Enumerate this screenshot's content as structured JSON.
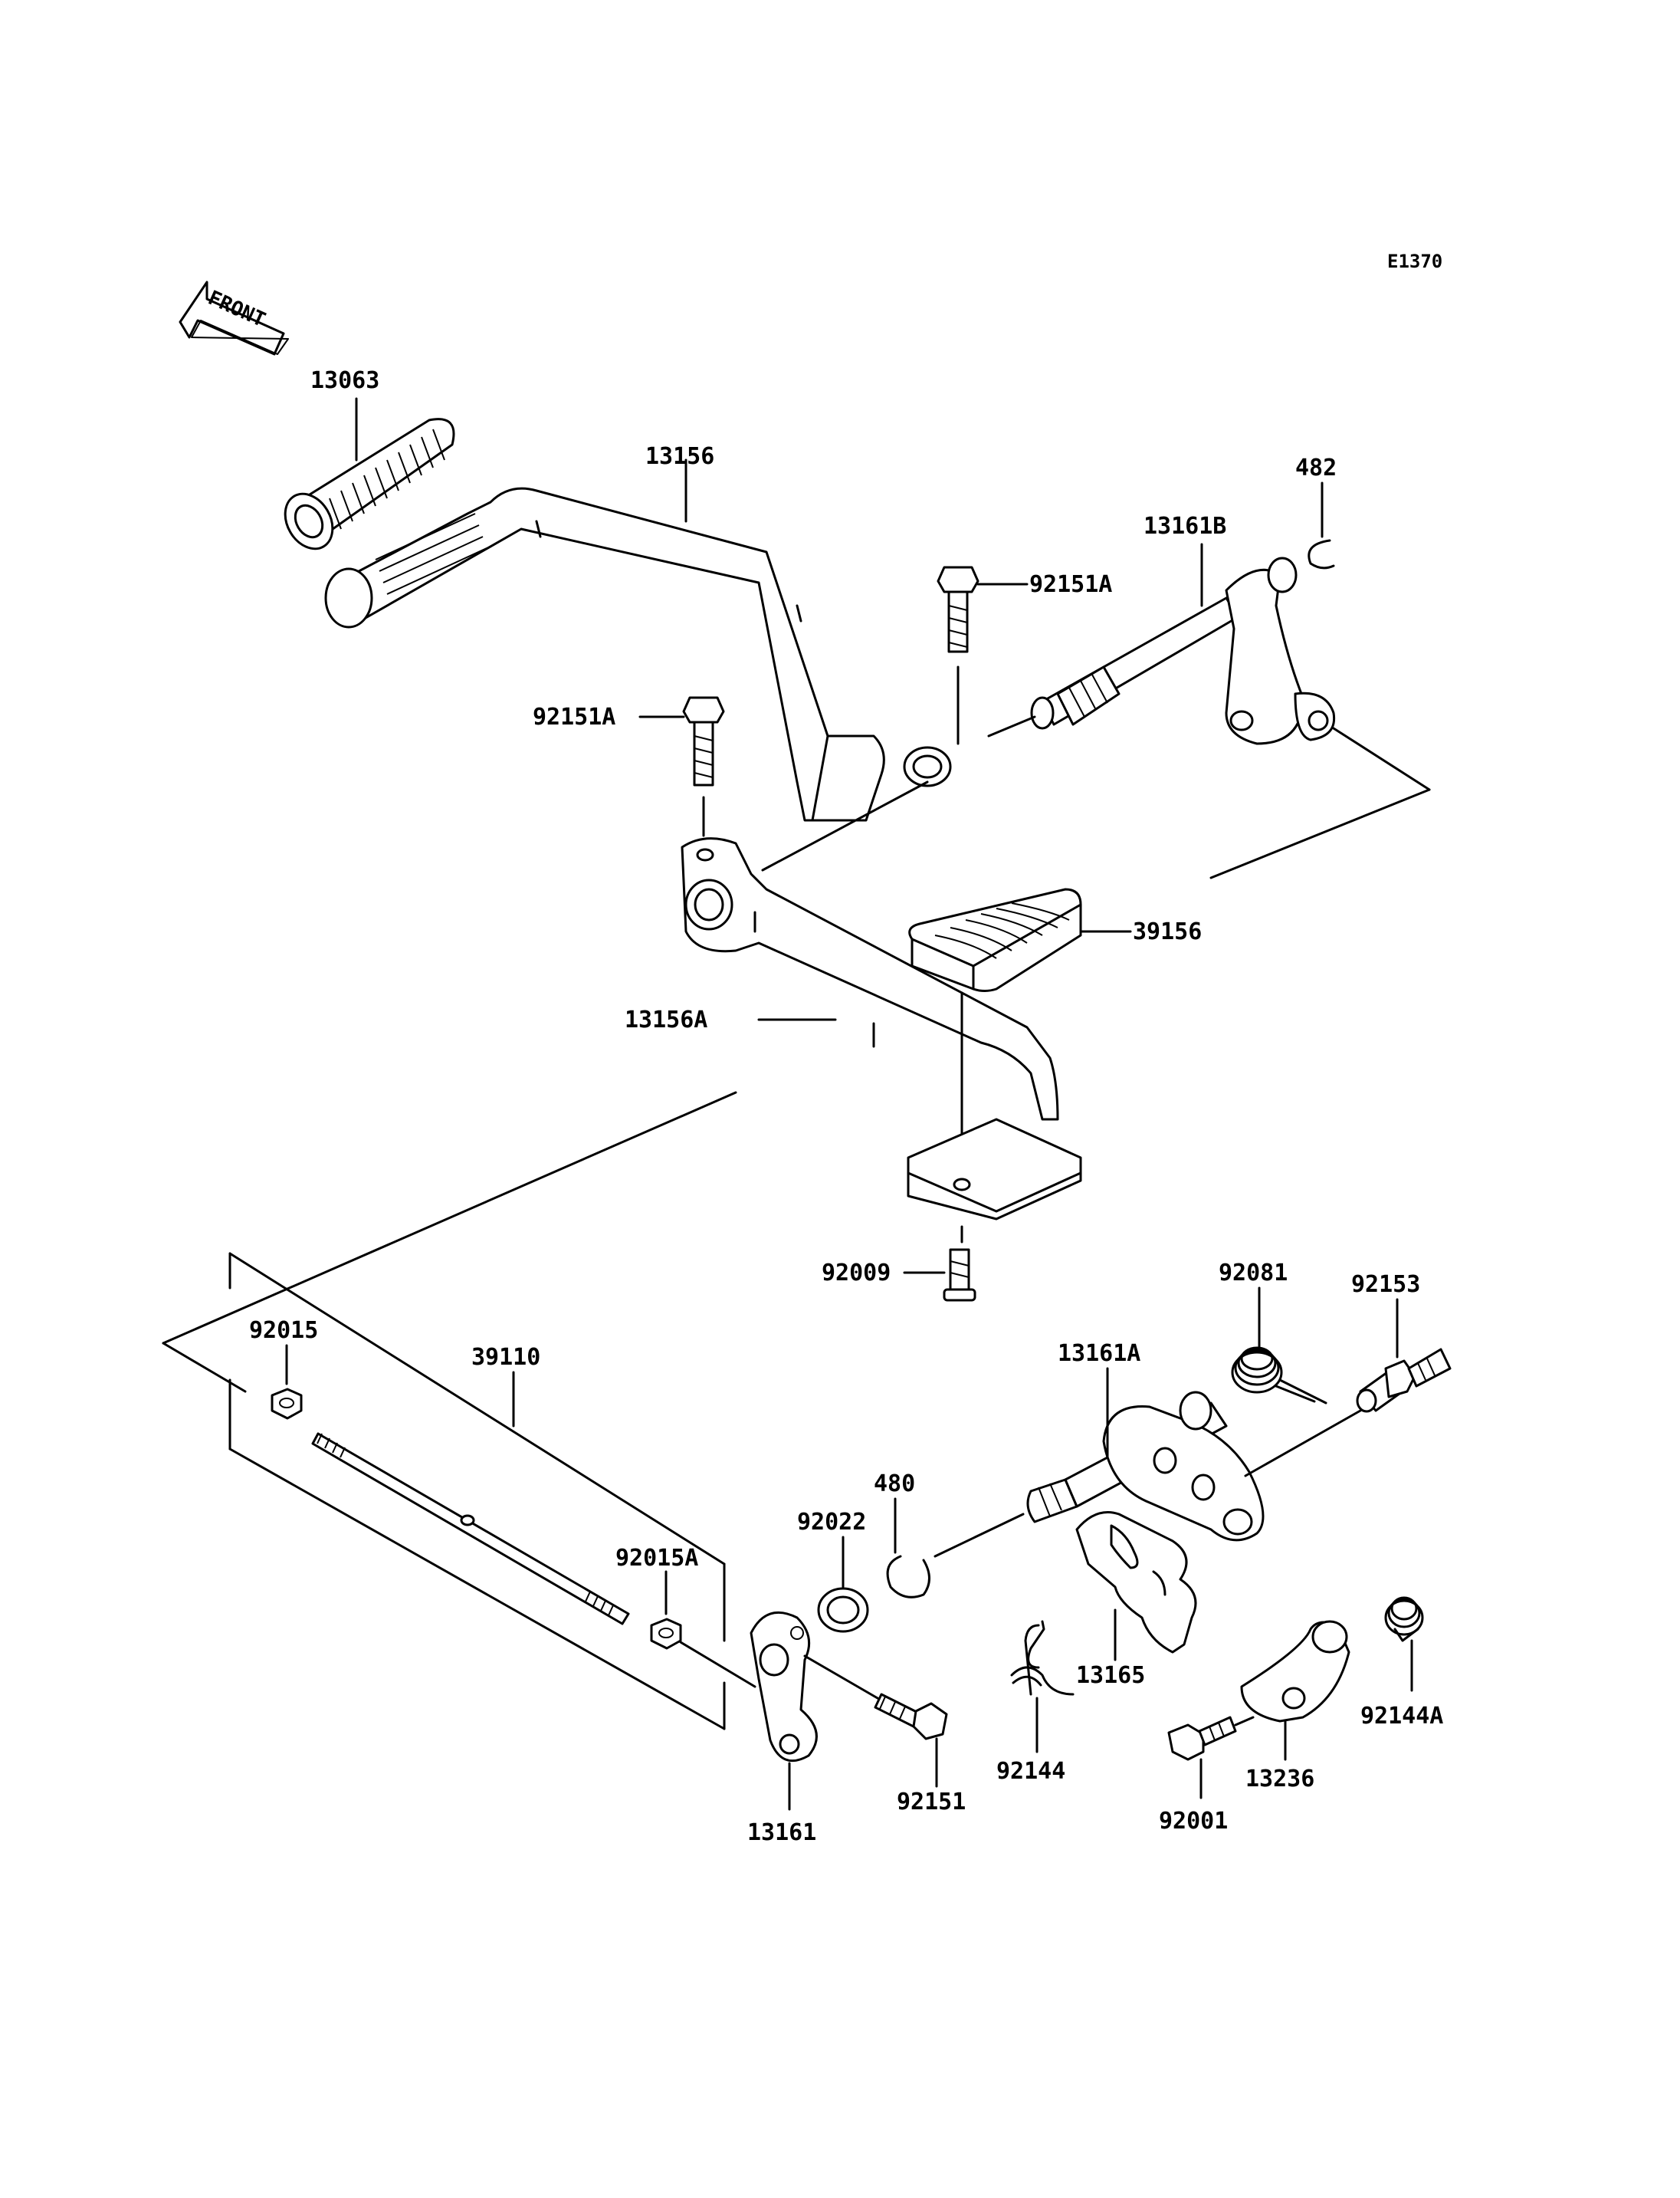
{
  "diagram_code": "E1370",
  "front_indicator": "FRONT",
  "labels": {
    "p13063": "13063",
    "p13156": "13156",
    "p482": "482",
    "p13161B": "13161B",
    "p92151A_top": "92151A",
    "p92151A_mid": "92151A",
    "p39156": "39156",
    "p13156A": "13156A",
    "p92009": "92009",
    "p92081": "92081",
    "p92153": "92153",
    "p92015": "92015",
    "p39110": "39110",
    "p13161A": "13161A",
    "p480": "480",
    "p92022": "92022",
    "p92015A": "92015A",
    "p13165": "13165",
    "p92144": "92144",
    "p92144A": "92144A",
    "p92151": "92151",
    "p13161": "13161",
    "p13236": "13236",
    "p92001": "92001"
  }
}
